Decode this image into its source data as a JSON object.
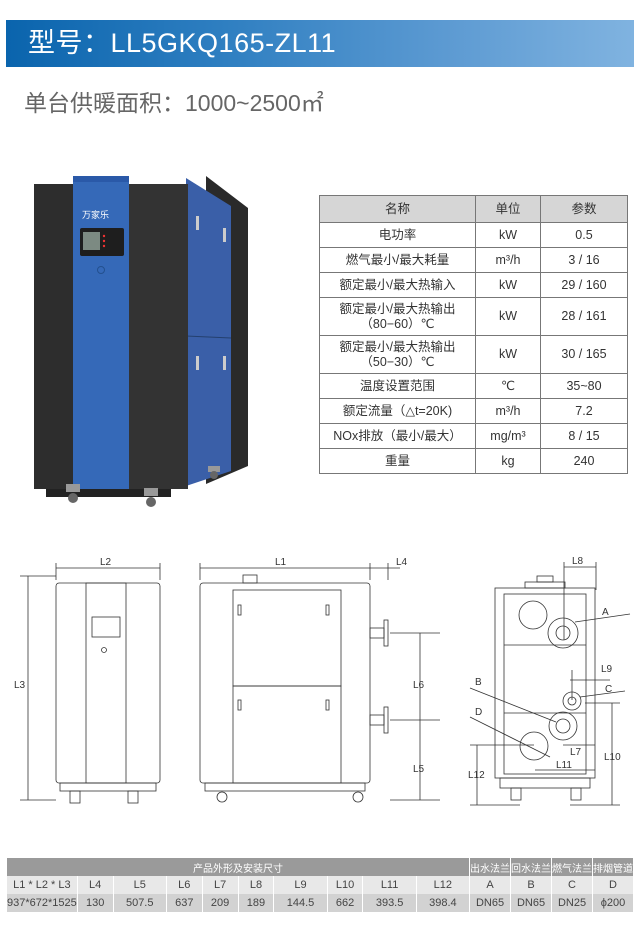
{
  "header": {
    "title": "型号：LL5GKQ165-ZL11",
    "subtitle": "单台供暖面积：1000~2500㎡"
  },
  "product": {
    "brand": "万家乐"
  },
  "specs": {
    "headers": [
      "名称",
      "单位",
      "参数"
    ],
    "rows": [
      {
        "name": "电功率",
        "unit": "kW",
        "value": "0.5"
      },
      {
        "name": "燃气最小/最大耗量",
        "unit": "m³/h",
        "value": "3 / 16"
      },
      {
        "name": "额定最小/最大热输入",
        "unit": "kW",
        "value": "29 / 160"
      },
      {
        "name": "额定最小/最大热输出",
        "name2": "（80−60）℃",
        "unit": "kW",
        "value": "28 / 161"
      },
      {
        "name": "额定最小/最大热输出",
        "name2": "（50−30）℃",
        "unit": "kW",
        "value": "30 / 165"
      },
      {
        "name": "温度设置范围",
        "unit": "℃",
        "value": "35~80"
      },
      {
        "name": "额定流量（△t=20K)",
        "unit": "m³/h",
        "value": "7.2"
      },
      {
        "name": "NOx排放（最小/最大）",
        "unit": "mg/m³",
        "value": "8 / 15"
      },
      {
        "name": "重量",
        "unit": "kg",
        "value": "240"
      }
    ]
  },
  "drawing_labels": {
    "L1": "L1",
    "L2": "L2",
    "L3": "L3",
    "L4": "L4",
    "L5": "L5",
    "L6": "L6",
    "L7": "L7",
    "L8": "L8",
    "L9": "L9",
    "L10": "L10",
    "L11": "L11",
    "L12": "L12",
    "A": "A",
    "B": "B",
    "C": "C",
    "D": "D"
  },
  "dimensions": {
    "group_headers": [
      "产品外形及安装尺寸",
      "出水法兰",
      "回水法兰",
      "燃气法兰",
      "排烟管道"
    ],
    "columns": [
      "L1 * L2 * L3",
      "L4",
      "L5",
      "L6",
      "L7",
      "L8",
      "L9",
      "L10",
      "L11",
      "L12",
      "A",
      "B",
      "C",
      "D"
    ],
    "values": [
      "937*672*1525",
      "130",
      "507.5",
      "637",
      "209",
      "189",
      "144.5",
      "662",
      "393.5",
      "398.4",
      "DN65",
      "DN65",
      "DN25",
      "ϕ200"
    ]
  }
}
